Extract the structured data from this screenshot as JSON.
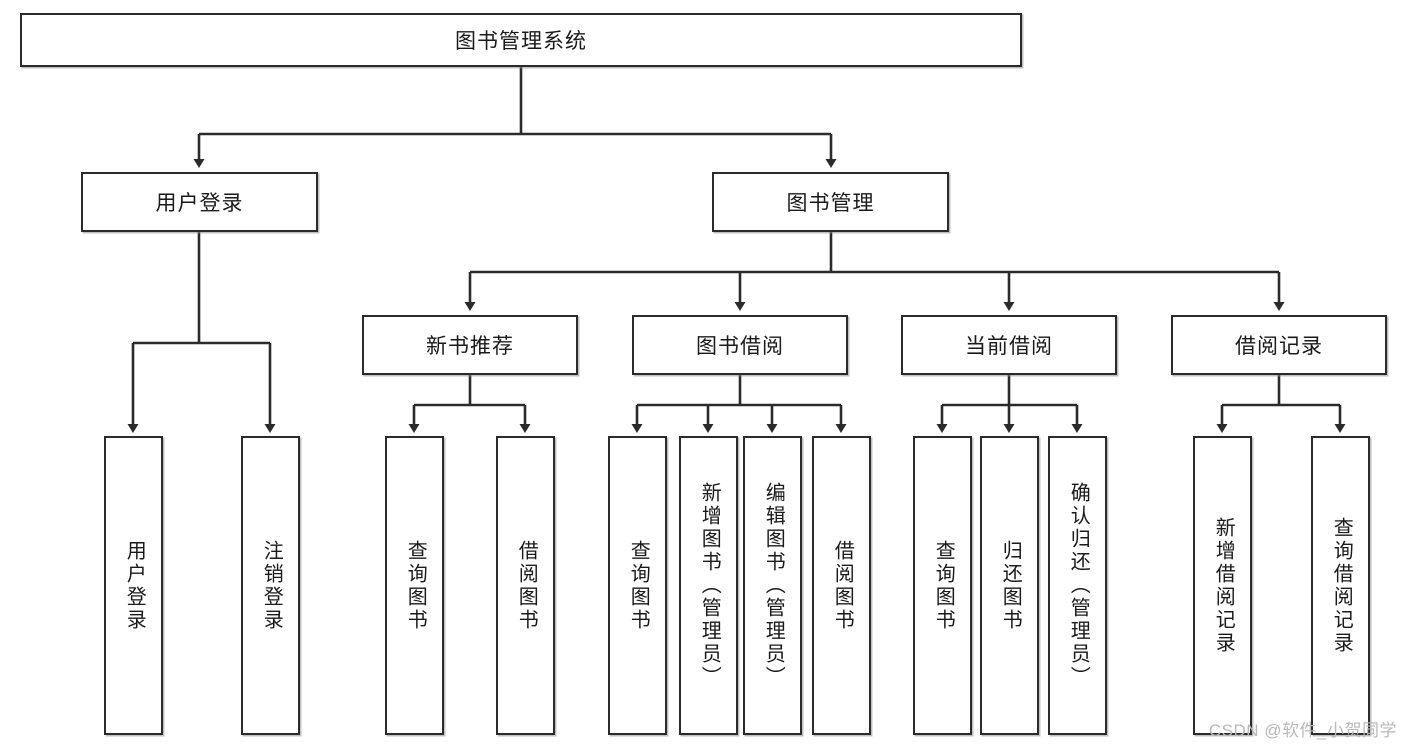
{
  "diagram": {
    "type": "tree-hierarchy",
    "title": "图书管理系统",
    "watermark": "CSDN @软件_小贺同学",
    "colors": {
      "stroke": "#2b2b2b",
      "fill": "#ffffff",
      "text": "#1a1a1a",
      "watermark": "#b9b9b9"
    },
    "root": {
      "label": "图书管理系统"
    },
    "level1": [
      {
        "label": "用户登录"
      },
      {
        "label": "图书管理"
      }
    ],
    "level2": [
      {
        "label": "新书推荐"
      },
      {
        "label": "图书借阅"
      },
      {
        "label": "当前借阅"
      },
      {
        "label": "借阅记录"
      }
    ],
    "leaves": {
      "user_login": [
        {
          "label": "用户登录"
        },
        {
          "label": "注销登录"
        }
      ],
      "new_book": [
        {
          "label": "查询图书"
        },
        {
          "label": "借阅图书"
        }
      ],
      "borrow": [
        {
          "label": "查询图书"
        },
        {
          "label": "新增图书（管理员）"
        },
        {
          "label": "编辑图书（管理员）"
        },
        {
          "label": "借阅图书"
        }
      ],
      "current": [
        {
          "label": "查询图书"
        },
        {
          "label": "归还图书"
        },
        {
          "label": "确认归还（管理员）"
        }
      ],
      "records": [
        {
          "label": "新增借阅记录"
        },
        {
          "label": "查询借阅记录"
        }
      ]
    }
  }
}
